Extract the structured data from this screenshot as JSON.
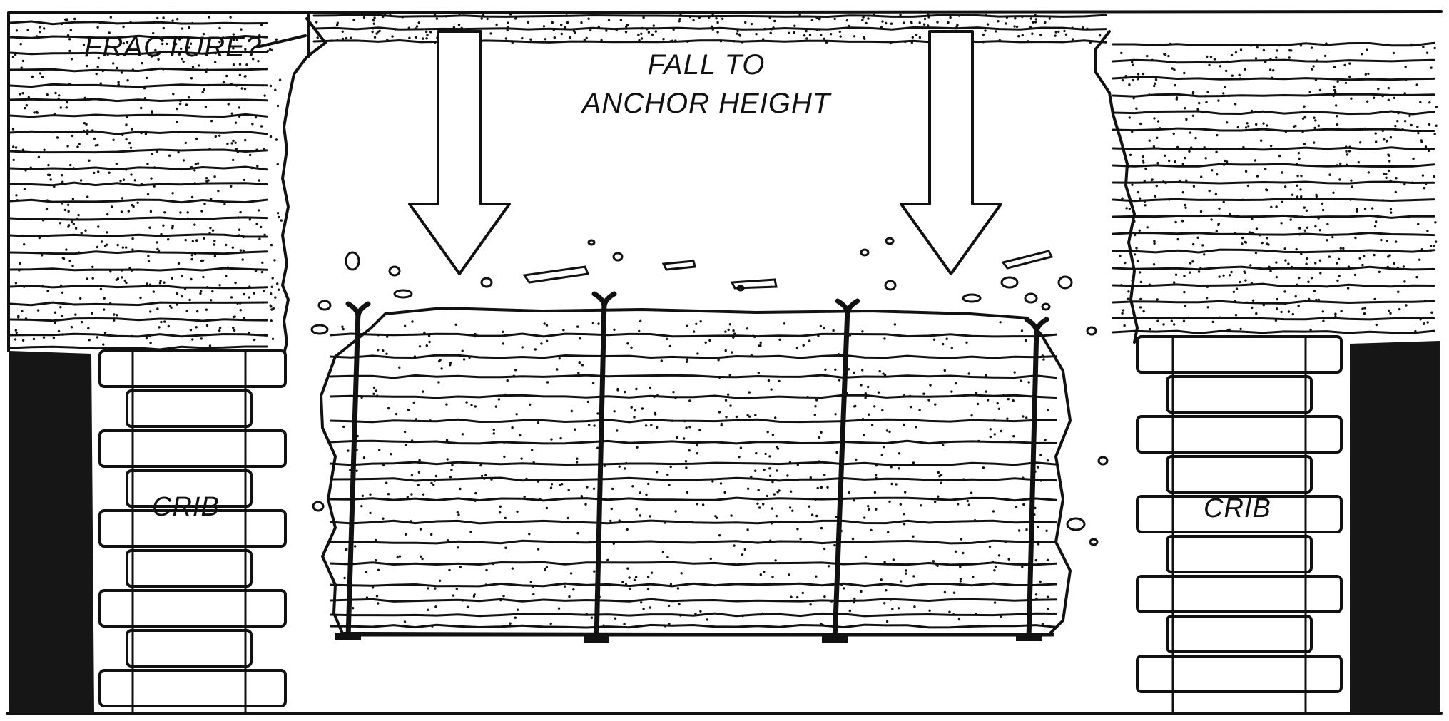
{
  "labels": {
    "fracture": "FRACTURE?",
    "fall_line1": "FALL TO",
    "fall_line2": "ANCHOR HEIGHT",
    "crib_left": "CRIB",
    "crib_right": "CRIB"
  },
  "colors": {
    "ink": "#111111",
    "paper": "#ffffff",
    "pillar": "#161616"
  },
  "roof_bolt_count": 4,
  "arrow_count": 2
}
